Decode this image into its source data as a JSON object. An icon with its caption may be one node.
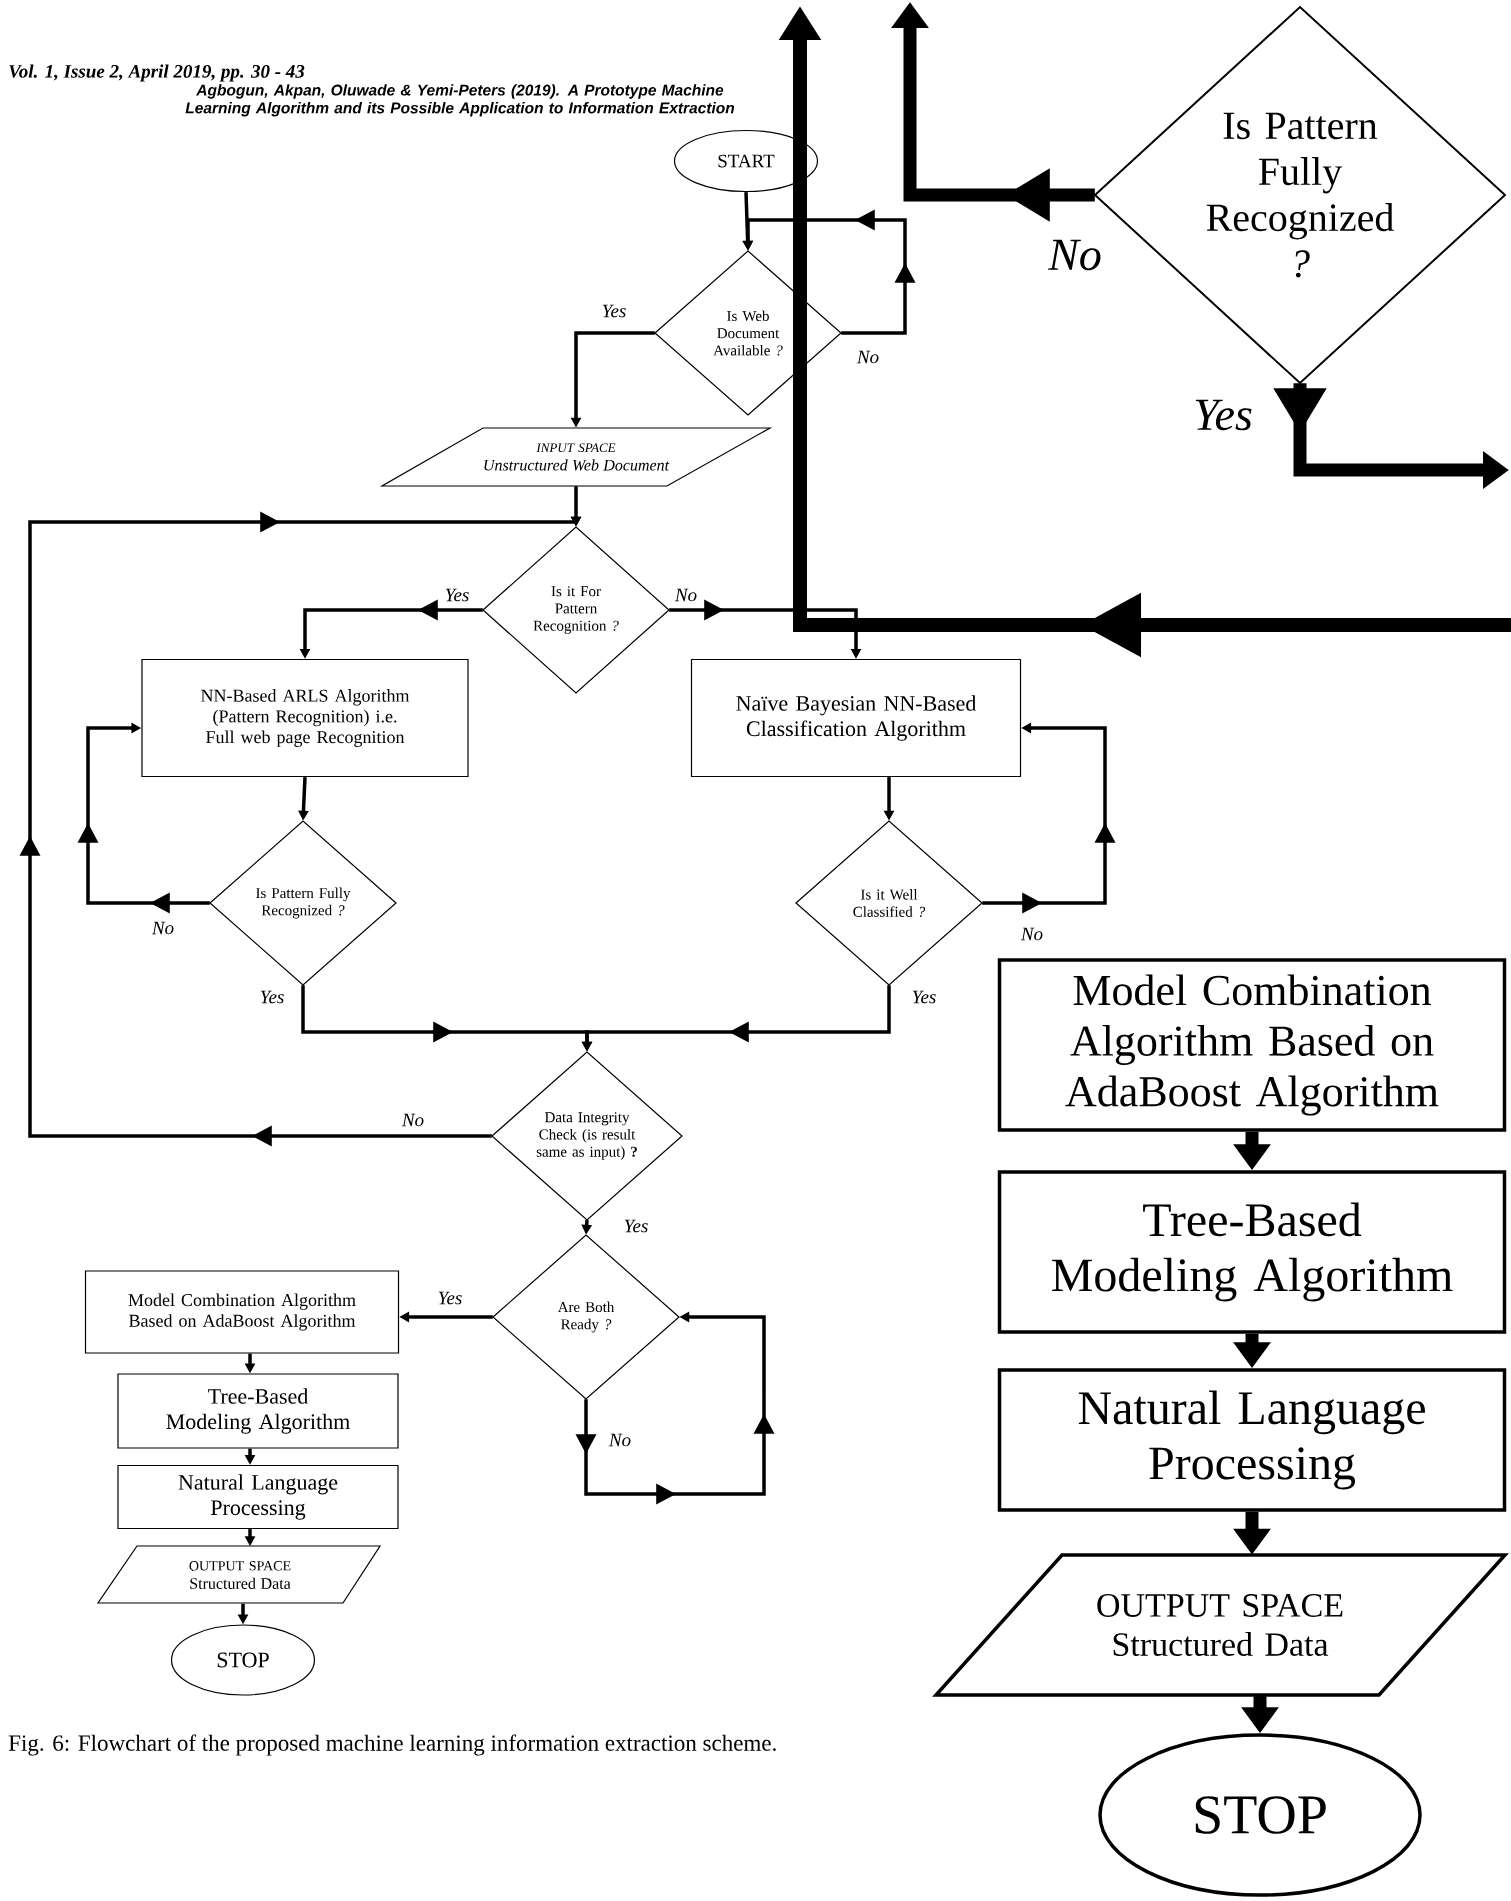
{
  "diagram": {
    "caption": "Fig. 6: Flowchart of the proposed machine learning information extraction scheme.",
    "nodes": [
      {
        "text": [
          "START"
        ]
      },
      {
        "text": [
          "Is Web Document Available *?*"
        ]
      },
      {
        "text": [
          "INPUT SPACE",
          "Unstructured Web Document"
        ]
      },
      {
        "text": [
          "Is it For Pattern Recognition *?*"
        ]
      },
      {
        "text": [
          "NN-Based ARLS Algorithm (Pattern Recognition) i.e. Full web page Recognition"
        ]
      },
      {
        "text": [
          "Naïve Bayesian NN-Based Classification Algorithm"
        ]
      },
      {
        "text": [
          "Is Pattern Fully Recognized *?*"
        ]
      },
      {
        "text": [
          "Is it Well Classified *?*"
        ]
      },
      {
        "text": [
          "Data Integrity Check (is result same as input) **?**"
        ]
      },
      {
        "text": [
          "Are Both Ready *?*"
        ]
      },
      {
        "text": [
          "Model Combination Algorithm Based on AdaBoost Algorithm"
        ]
      },
      {
        "text": [
          "Tree-Based Modeling Algorithm"
        ]
      },
      {
        "text": [
          "Natural Language Processing"
        ]
      },
      {
        "text": [
          "OUTPUT SPACE",
          "Structured Data"
        ]
      },
      {
        "text": [
          "STOP"
        ]
      },
      {
        "text": [
          "Is Pattern Fully Recognized *?*"
        ]
      },
      {
        "text": [
          "Model Combination Algorithm Based on AdaBoost Algorithm"
        ]
      },
      {
        "text": [
          "Tree-Based Modeling Algorithm"
        ]
      },
      {
        "text": [
          "Natural Language Processing"
        ]
      },
      {
        "text": [
          "OUTPUT SPACE",
          "Structured Data"
        ]
      },
      {
        "text": [
          "STOP"
        ]
      }
    ],
    "edges": [
      {
        "from": 0,
        "to": 1,
        "arrow": "to"
      },
      {
        "from": 1,
        "to": 1,
        "arrow": "to",
        "label": "No"
      },
      {
        "from": 1,
        "to": 2,
        "arrow": "to",
        "label": "Yes"
      },
      {
        "from": 2,
        "to": 3,
        "arrow": "to"
      },
      {
        "from": 8,
        "to": 3,
        "arrow": "to",
        "label": "No"
      },
      {
        "from": 3,
        "to": 4,
        "arrow": "to",
        "label": "Yes"
      },
      {
        "from": 3,
        "to": 5,
        "arrow": "to",
        "label": "No"
      },
      {
        "from": 4,
        "to": 6,
        "arrow": "to"
      },
      {
        "from": 6,
        "to": 4,
        "arrow": "to",
        "label": "No"
      },
      {
        "from": 5,
        "to": 7,
        "arrow": "to"
      },
      {
        "from": 7,
        "to": 5,
        "arrow": "to",
        "label": "No"
      },
      {
        "from": 6,
        "to": 8,
        "arrow": "to",
        "label": "Yes"
      },
      {
        "from": 7,
        "to": 8,
        "arrow": "to",
        "label": "Yes"
      },
      {
        "from": 8,
        "to": 9,
        "arrow": "to",
        "label": "Yes"
      },
      {
        "from": 9,
        "to": 10,
        "arrow": "to",
        "label": "Yes"
      },
      {
        "from": 9,
        "to": 9,
        "arrow": "to",
        "label": "No"
      },
      {
        "from": 10,
        "to": 11,
        "arrow": "to"
      },
      {
        "from": 11,
        "to": 12,
        "arrow": "to"
      },
      {
        "from": 12,
        "to": 13,
        "arrow": "to"
      },
      {
        "from": 13,
        "to": 14,
        "arrow": "to"
      },
      {
        "from": 15,
        "to": null,
        "arrow": "to",
        "label": "No",
        "style": "thick"
      },
      {
        "from": 15,
        "to": null,
        "arrow": "to",
        "label": "Yes",
        "style": "thick"
      },
      {
        "from": 16,
        "to": 17,
        "arrow": "to",
        "style": "thick"
      },
      {
        "from": 17,
        "to": 18,
        "arrow": "to",
        "style": "thick"
      },
      {
        "from": 18,
        "to": 19,
        "arrow": "to",
        "style": "thick"
      },
      {
        "from": 19,
        "to": 20,
        "arrow": "to",
        "style": "thick"
      }
    ],
    "labels": [
      "Vol. 1, Issue 2, April 2019, pp. 30 - 43",
      "Agbogun, Akpan, Oluwade & Yemi-Peters (2019). A Prototype Machine Learning Algorithm and its Possible Application to Information Extraction"
    ]
  }
}
